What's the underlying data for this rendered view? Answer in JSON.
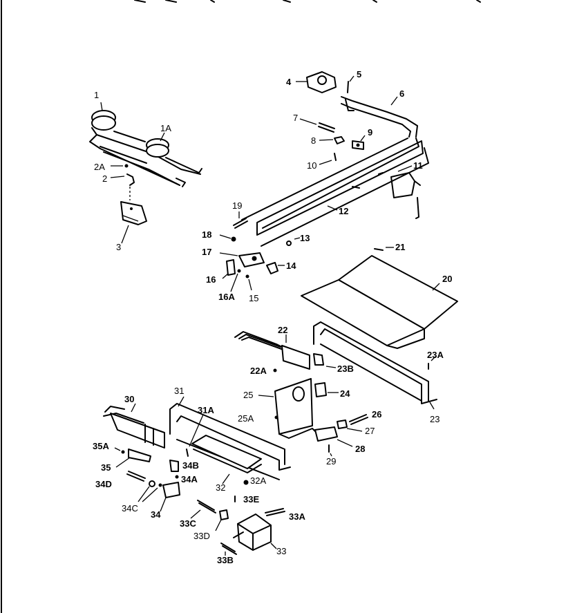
{
  "labels": {
    "l1": "1",
    "l1A": "1A",
    "l2A": "2A",
    "l2": "2",
    "l3": "3",
    "l4": "4",
    "l5": "5",
    "l6": "6",
    "l7": "7",
    "l8": "8",
    "l9": "9",
    "l10": "10",
    "l11": "11",
    "l12": "12",
    "l13": "13",
    "l14": "14",
    "l15": "15",
    "l16": "16",
    "l16A": "16A",
    "l17": "17",
    "l18": "18",
    "l19": "19",
    "l20": "20",
    "l21": "21",
    "l22": "22",
    "l22A": "22A",
    "l23": "23",
    "l23A": "23A",
    "l23B": "23B",
    "l24": "24",
    "l25": "25",
    "l25A": "25A",
    "l26": "26",
    "l27": "27",
    "l28": "28",
    "l29": "29",
    "l30": "30",
    "l31": "31",
    "l31A": "31A",
    "l32": "32",
    "l32A": "32A",
    "l33": "33",
    "l33A": "33A",
    "l33B": "33B",
    "l33C": "33C",
    "l33D": "33D",
    "l33E": "33E",
    "l34": "34",
    "l34A": "34A",
    "l34B": "34B",
    "l34C": "34C",
    "l34D": "34D",
    "l35": "35",
    "l35A": "35A"
  }
}
